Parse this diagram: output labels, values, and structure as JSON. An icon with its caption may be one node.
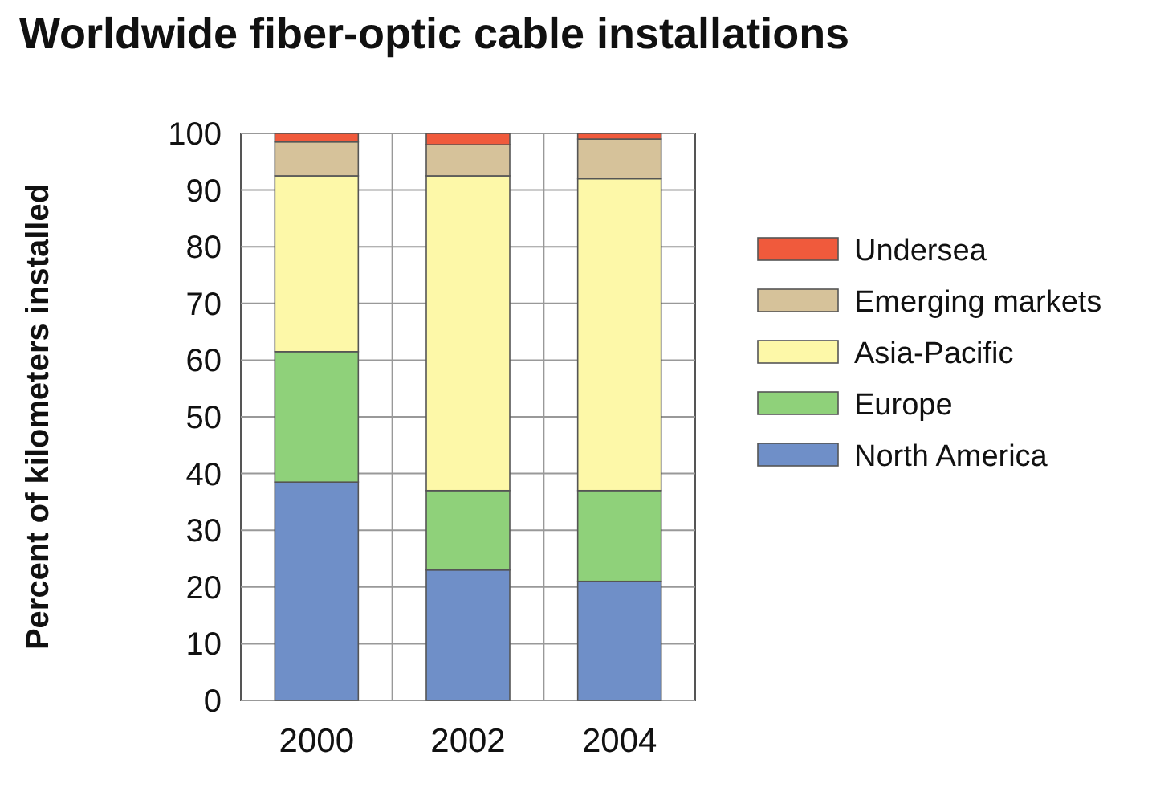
{
  "diagram": {
    "title": "Worldwide fiber-optic cable installations",
    "chart_data": {
      "type": "bar",
      "stacked": true,
      "orientation": "vertical",
      "grid": "both",
      "legend": "right",
      "ylabel": "Percent of kilometers installed",
      "categories": [
        "2000",
        "2002",
        "2004"
      ],
      "ylim": [
        0,
        100
      ],
      "yticks": [
        0,
        10,
        20,
        30,
        40,
        50,
        60,
        70,
        80,
        90,
        100
      ],
      "series": [
        {
          "name": "Undersea",
          "color": "#f05a3c",
          "values": [
            1.5,
            2,
            1
          ]
        },
        {
          "name": "Emerging markets",
          "color": "#d6c29a",
          "values": [
            6,
            5.5,
            7
          ]
        },
        {
          "name": "Asia-Pacific",
          "color": "#fdf8a8",
          "values": [
            31,
            55.5,
            55
          ]
        },
        {
          "name": "Europe",
          "color": "#8fd17a",
          "values": [
            23,
            14,
            16
          ]
        },
        {
          "name": "North America",
          "color": "#6f8fc8",
          "values": [
            38.5,
            23,
            21
          ]
        }
      ]
    }
  }
}
